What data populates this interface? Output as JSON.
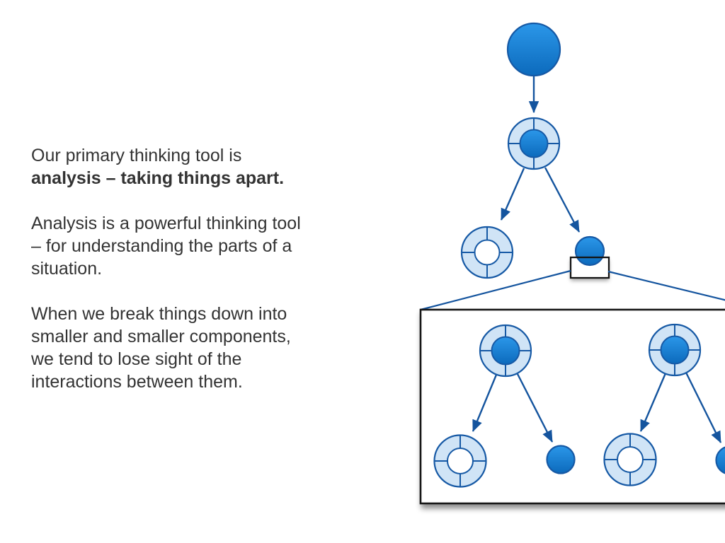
{
  "colors": {
    "slide_bg": "#ffffff",
    "text_color": "#333333",
    "node_fill_top": "#2b97e9",
    "node_fill_bottom": "#0c6abc",
    "node_stroke": "#1659a5",
    "ring_fill": "#d0e4f6",
    "arrow_color": "#14549e",
    "box_border": "#141414"
  },
  "text_panel": {
    "paragraph1_normal": "Our primary thinking tool is",
    "paragraph1_bold": "analysis – taking things apart.",
    "paragraph2_lines": [
      "Analysis is a powerful thinking tool",
      "– for understanding the parts of a",
      "situation."
    ],
    "paragraph3_lines": [
      "When we break things down into",
      "smaller and smaller components,",
      "we tend to lose sight of the",
      "interactions between them."
    ]
  },
  "diagram": {
    "type": "tree",
    "main_tree": {
      "nodes": [
        {
          "id": "root",
          "shape": "solid-circle-large"
        },
        {
          "id": "child",
          "shape": "ring-with-solid-core"
        },
        {
          "id": "grandchild-ring",
          "shape": "ring-empty"
        },
        {
          "id": "grandchild-leaf",
          "shape": "solid-circle-small"
        }
      ],
      "edges": [
        {
          "from": "root",
          "to": "child"
        },
        {
          "from": "child",
          "to": "grandchild-ring"
        },
        {
          "from": "child",
          "to": "grandchild-leaf"
        }
      ]
    },
    "inset": {
      "kind": "magnified-detail-box",
      "source_node": "grandchild-leaf",
      "subtrees": [
        {
          "root_shape": "ring-with-solid-core",
          "children_shapes": [
            "ring-empty",
            "solid-circle-small"
          ]
        },
        {
          "root_shape": "ring-with-solid-core",
          "children_shapes": [
            "ring-empty",
            "solid-circle-small"
          ]
        }
      ]
    }
  }
}
